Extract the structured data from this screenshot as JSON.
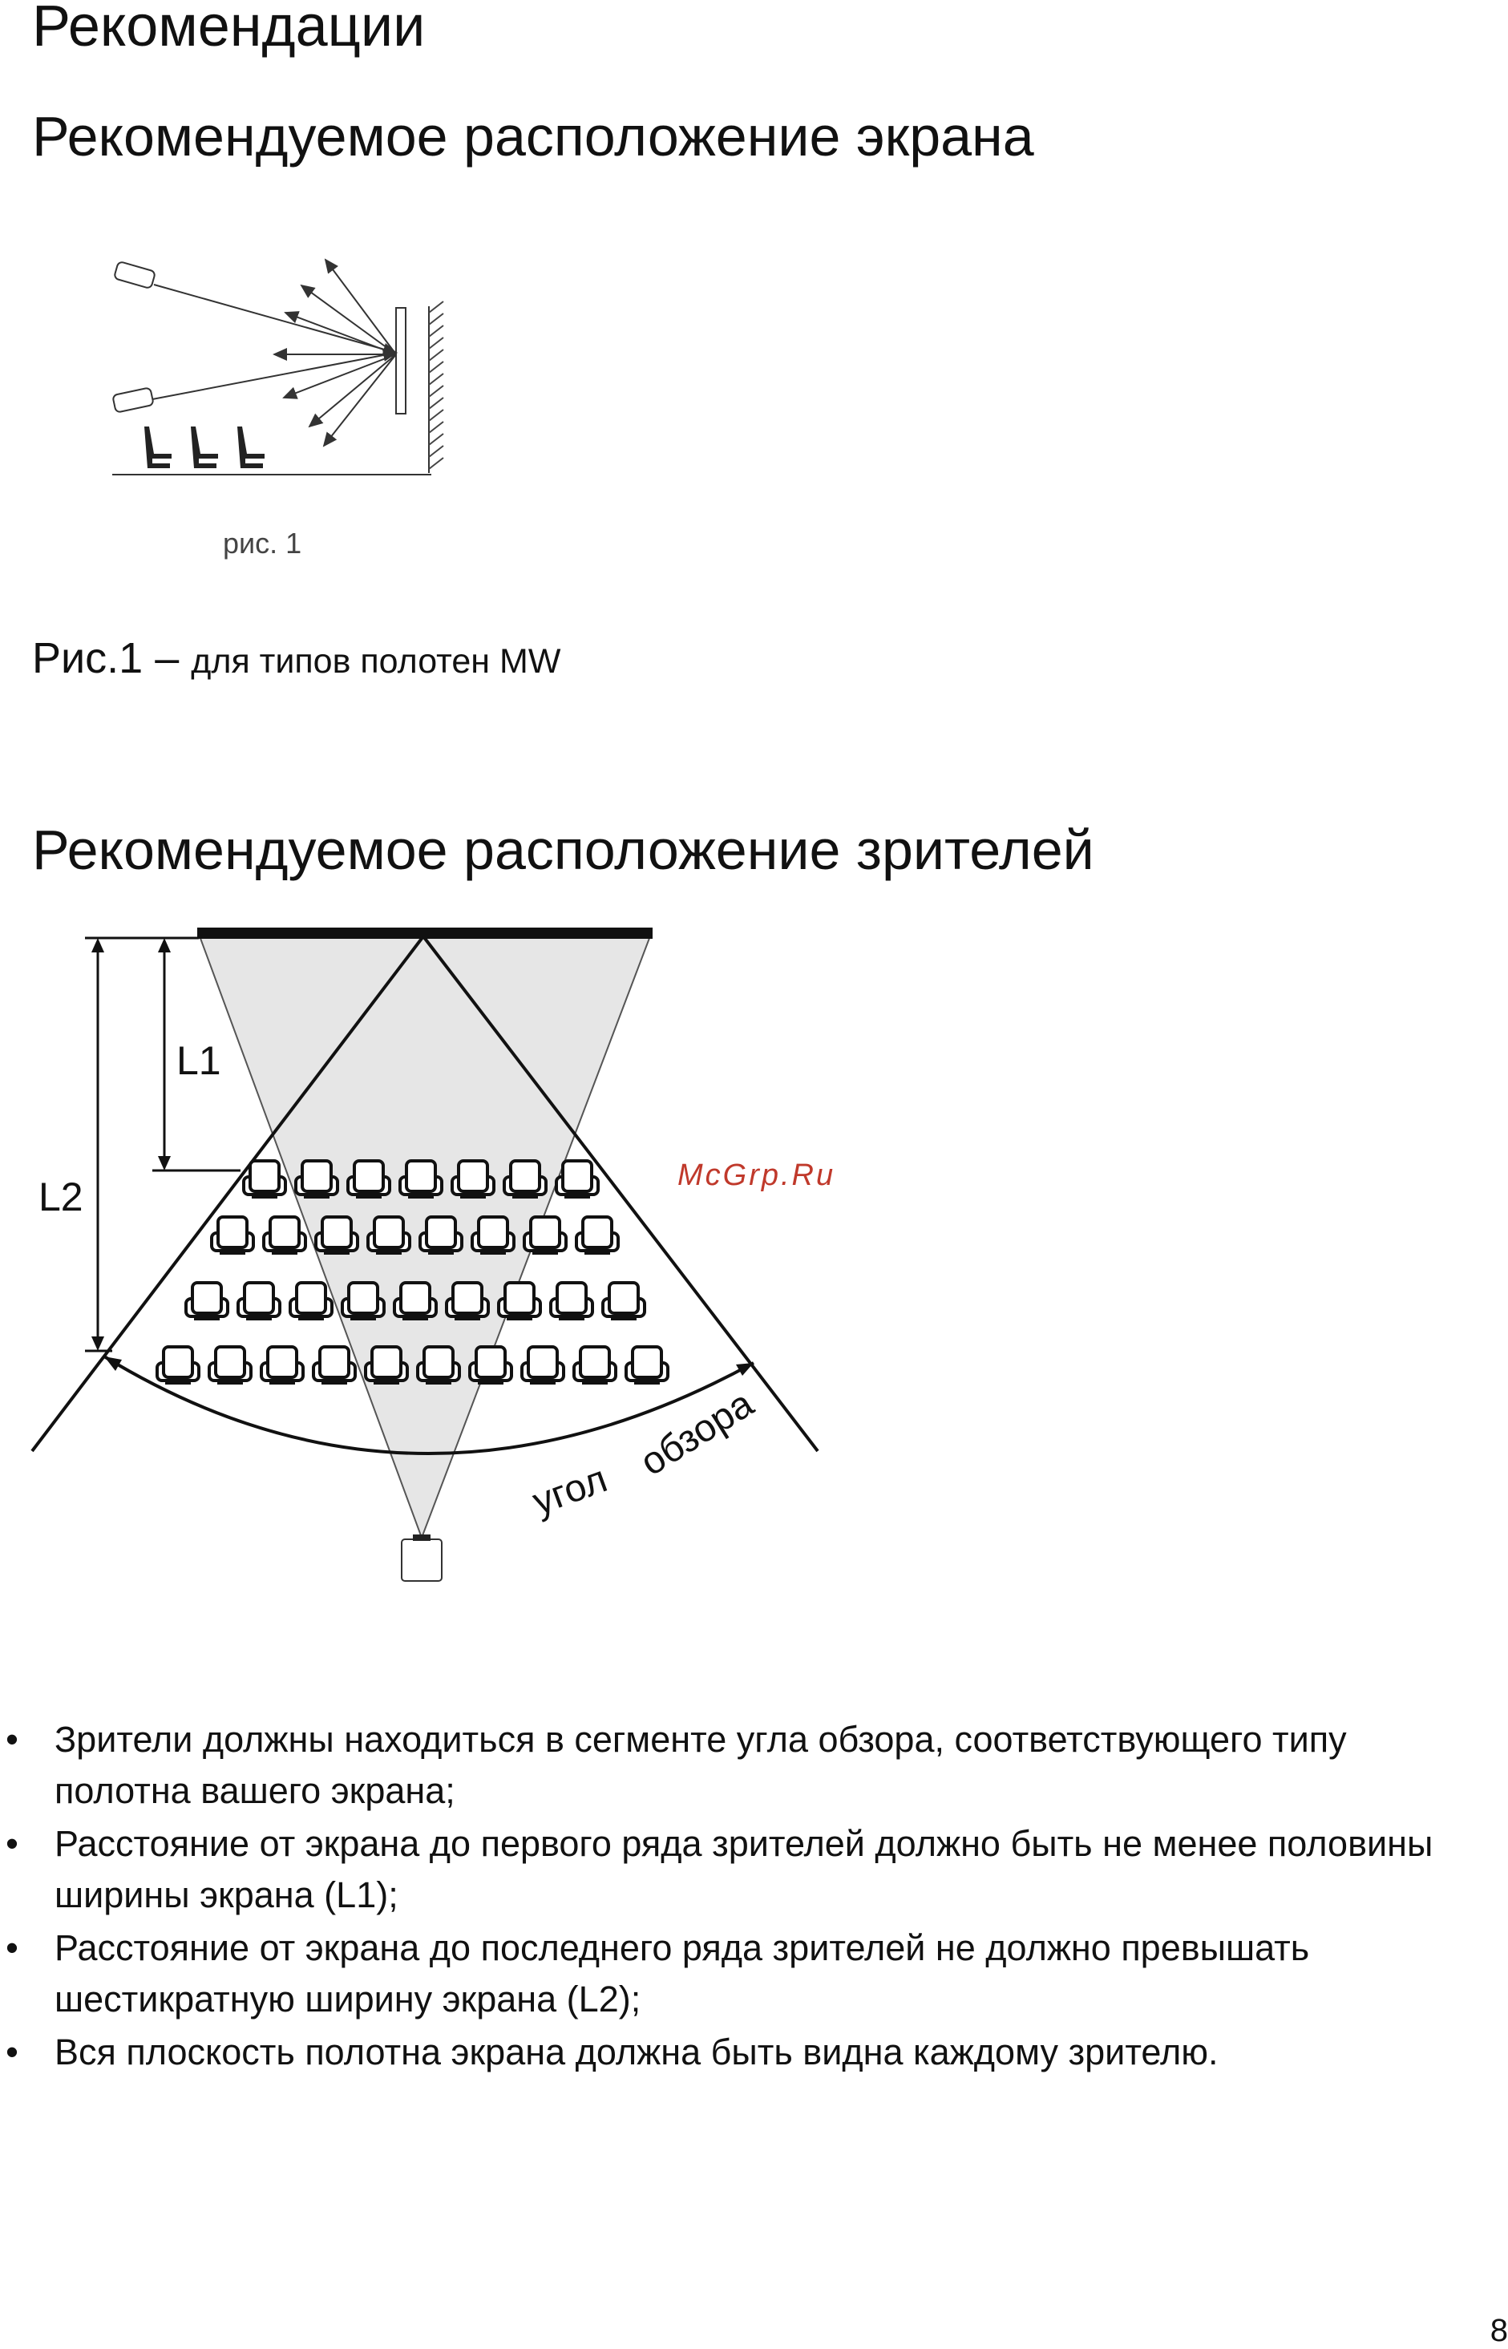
{
  "page": {
    "title": "Рекомендации",
    "number": "8"
  },
  "section_screen": {
    "heading": "Рекомендуемое расположение экрана",
    "figure_label": "рис. 1",
    "caption_lead": "Рис.1 – ",
    "caption_tail": "для типов полотен MW"
  },
  "section_viewers": {
    "heading": "Рекомендуемое расположение зрителей",
    "label_l1": "L1",
    "label_l2": "L2",
    "label_angle_1": "угол",
    "label_angle_2": "обзора",
    "watermark": "McGrp.Ru"
  },
  "bullets": [
    "Зрители должны находиться в сегменте угла обзора, соответствующего типу полотна вашего экрана;",
    "Расстояние от экрана до первого ряда зрителей должно быть не менее половины ширины экрана (L1);",
    "Расстояние от экрана до последнего ряда зрителей не должно превышать шестикратную ширину экрана (L2);",
    "Вся плоскость полотна экрана должна быть видна каждому зрителю."
  ],
  "bullet_marker": "•",
  "colors": {
    "text": "#111111",
    "watermark": "#c0392b",
    "projection_cone": "#e6e6e6"
  }
}
